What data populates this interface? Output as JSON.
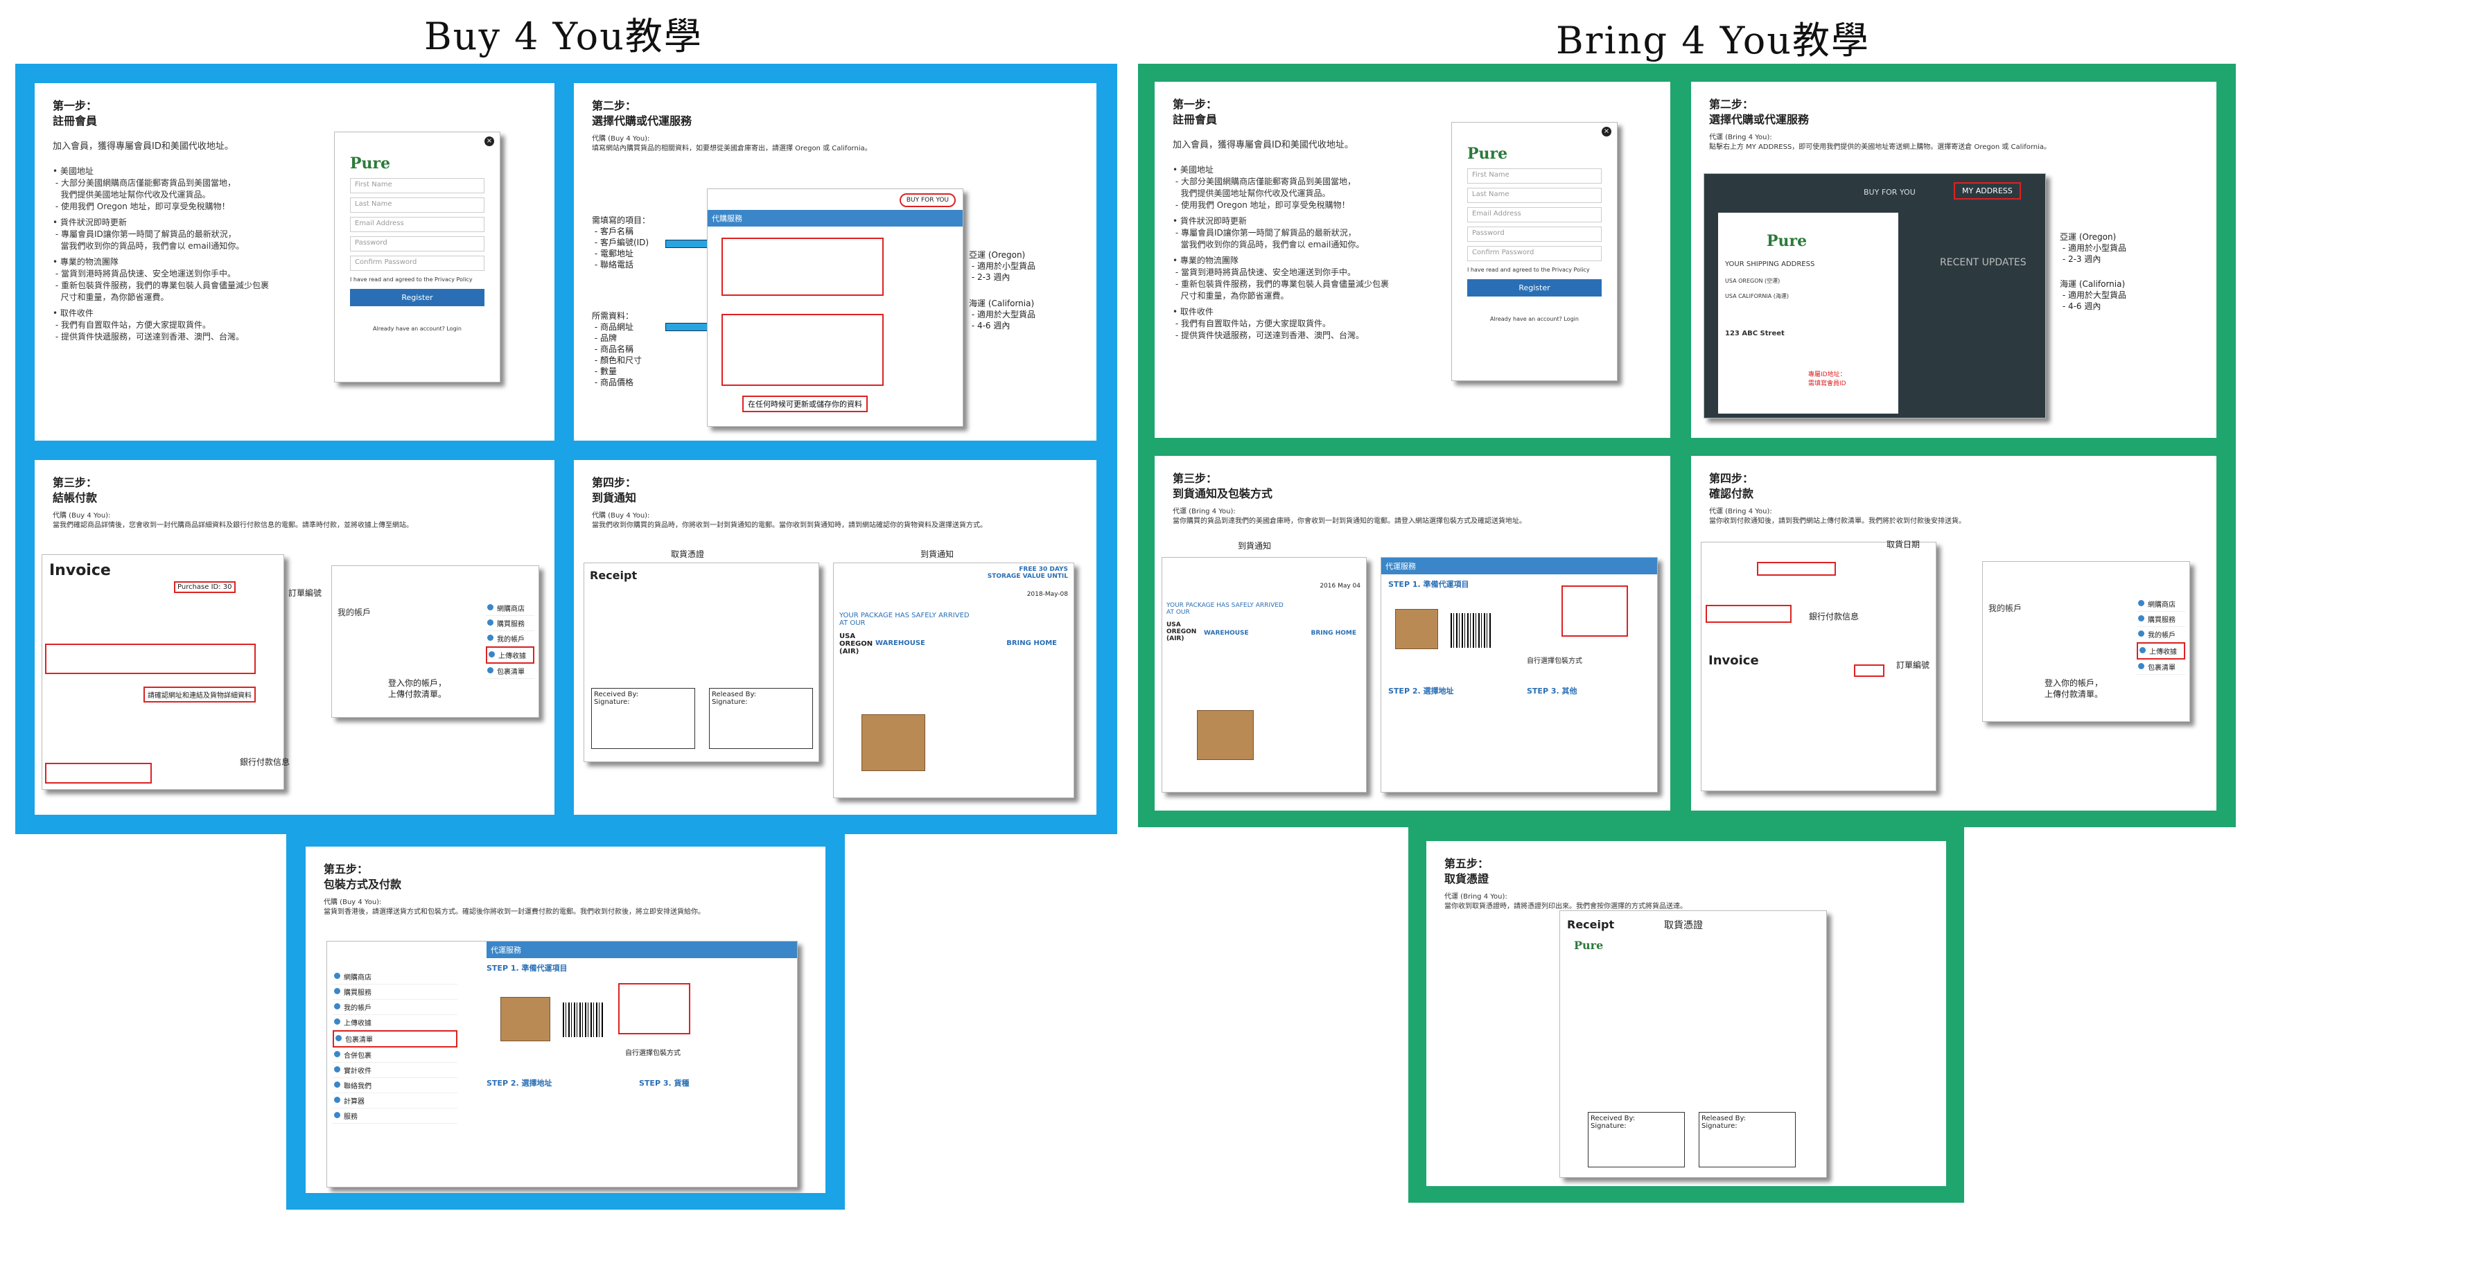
{
  "titles": {
    "left": "Buy 4 You教學",
    "right": "Bring 4 You教學"
  },
  "colors": {
    "buy_frame": "#1aa3e6",
    "bring_frame": "#1fa56e",
    "accent": "#2a6fb5",
    "highlight": "#d22222"
  },
  "form": {
    "logo": "Pure",
    "first": "First Name",
    "last": "Last Name",
    "email": "Email Address",
    "password": "Password",
    "confirm": "Confirm Password",
    "agree": "I have read and agreed to the Privacy Policy",
    "register": "Register",
    "have_account": "Already have an account? Login"
  },
  "buy": {
    "s1": {
      "title": "第一步：\n註冊會員",
      "intro": "加入會員，獲得專屬會員ID和美國代收地址。",
      "bullets": [
        "• 美國地址\n - 大部分美國網購商店僅能郵寄貨品到美國當地，\n   我們提供美國地址幫你代收及代運貨品。\n - 使用我們 Oregon 地址，即可享受免稅購物！",
        "• 貨件狀況即時更新\n - 專屬會員ID讓你第一時間了解貨品的最新狀況，\n   當我們收到你的貨品時，我們會以 email通知你。",
        "• 專業的物流團隊\n - 當貨到港時將貨品快速、安全地運送到你手中。\n - 重新包裝貨件服務，我們的專業包裝人員會儘量減少包裹\n   尺寸和重量，為你節省運費。",
        "• 取件收件\n - 我們有自置取件站，方便大家提取貨件。\n - 提供貨件快遞服務，可送達到香港、澳門、台灣。"
      ]
    },
    "s2": {
      "title": "第二步：\n選擇代購或代運服務",
      "body": "代購 (Buy 4 You):\n填寫網站內購買貨品的相關資料，如要想從美國倉庫寄出，請選擇 Oregon 或 California。",
      "lab1": "需填寫的項目：\n - 客戶名稱\n - 客戶編號(ID)\n - 電郵地址\n - 聯絡電話",
      "lab2": "所需資料：\n - 商品網址\n - 品牌\n - 商品名稱\n - 顏色和尺寸\n - 數量\n - 商品價格",
      "hdr": "代購服務",
      "btn": "BUY FOR YOU",
      "note": "在任何時候可更新或儲存你的資料",
      "oregon": "亞運 (Oregon)\n - 適用於小型貨品\n - 2-3 週內",
      "cali": "海運 (California)\n - 適用於大型貨品\n - 4-6 週內"
    },
    "s3": {
      "title": "第三步：\n結帳付款",
      "body": "代購 (Buy 4 You):\n當我們確認商品詳情後，您會收到一封代購商品詳細資料及銀行付款信息的電郵。請準時付款，並將收據上傳至網站。",
      "inv": "Invoice",
      "po": "Purchase ID: 30",
      "lab_po": "訂單編號",
      "lab_link": "請確認網址和連結及貨物詳細資料",
      "lab_bank": "銀行付款信息",
      "acct": "我的帳戶",
      "upload_note": "登入你的帳戶，\n上傳付款清單。"
    },
    "s4": {
      "title": "第四步：\n到貨通知",
      "body": "代購 (Buy 4 You):\n當我們收到你購買的貨品時，你將收到一封到貨通知的電郵。當你收到到貨通知時，請到網站確認你的貨物資料及選擇送貨方式。",
      "lab_receipt": "取貨憑證",
      "lab_arrive": "到貨通知",
      "receipt": "Receipt",
      "free": "FREE 30 DAYS\nSTORAGE VALUE UNTIL",
      "date": "2018-May-08",
      "bring": "BRING HOME",
      "arr": "YOUR PACKAGE HAS SAFELY ARRIVED AT OUR",
      "wh": "USA\nOREGON\n(AIR)",
      "whs": "WAREHOUSE",
      "recv": "Received By:\nSignature:",
      "rel": "Released By:\nSignature:"
    },
    "s5": {
      "title": "第五步：\n包裝方式及付款",
      "body": "代購 (Buy 4 You):\n當貨到香港後，請選擇送貨方式和包裝方式。確認後你將收到一封運費付款的電郵。我們收到付款後，將立即安排送貨給你。",
      "hdr": "代運服務",
      "step1": "STEP 1. 準備代運項目",
      "step2": "STEP 2. 選擇地址",
      "step3": "STEP 3. 貨種",
      "pick": "自行選擇包裝方式",
      "menu": [
        "網購商店",
        "購買服務",
        "我的帳戶",
        "上傳收據",
        "包裹清單",
        "合併包裹",
        "實計收件",
        "聯絡我們",
        "計算器",
        "服務"
      ]
    }
  },
  "bring": {
    "s1": {
      "title": "第一步：\n註冊會員",
      "intro": "加入會員，獲得專屬會員ID和美國代收地址。",
      "bullets": [
        "• 美國地址\n - 大部分美國網購商店僅能郵寄貨品到美國當地，\n   我們提供美國地址幫你代收及代運貨品。\n - 使用我們 Oregon 地址，即可享受免稅購物！",
        "• 貨件狀況即時更新\n - 專屬會員ID讓你第一時間了解貨品的最新狀況，\n   當我們收到你的貨品時，我們會以 email通知你。",
        "• 專業的物流團隊\n - 當貨到港時將貨品快速、安全地運送到你手中。\n - 重新包裝貨件服務，我們的專業包裝人員會儘量減少包裹\n   尺寸和重量，為你節省運費。",
        "• 取件收件\n - 我們有自置取件站，方便大家提取貨件。\n - 提供貨件快遞服務，可送達到香港、澳門、台灣。"
      ]
    },
    "s2": {
      "title": "第二步：\n選擇代購或代運服務",
      "body": "代運 (Bring 4 You):\n點擊右上方 MY ADDRESS，即可使用我們提供的美國地址寄送網上購物。選擇寄送倉 Oregon 或 California。",
      "addr": "MY ADDRESS",
      "buy": "BUY FOR YOU",
      "recent": "RECENT UPDATES",
      "ship": "YOUR SHIPPING ADDRESS",
      "or": "USA OREGON (空運)",
      "ca": "USA CALIFORNIA (海運)",
      "street": "123 ABC Street",
      "id_note": "專屬ID地址：\n需填寫會員ID",
      "oregon": "亞運 (Oregon)\n - 適用於小型貨品\n - 2-3 週內",
      "cali": "海運 (California)\n - 適用於大型貨品\n - 4-6 週內"
    },
    "s3": {
      "title": "第三步：\n到貨通知及包裝方式",
      "body": "代運 (Bring 4 You):\n當你購買的貨品到達我們的美國倉庫時，你會收到一封到貨通知的電郵。請登入網站選擇包裝方式及確認送貨地址。",
      "lab": "到貨通知",
      "hdr": "代運服務",
      "step1": "STEP 1. 準備代運項目",
      "step2": "STEP 2. 選擇地址",
      "step3": "STEP 3. 其他",
      "pick": "自行選擇包裝方式",
      "arr": "YOUR PACKAGE HAS SAFELY ARRIVED AT OUR",
      "wh": "USA\nOREGON\n(AIR)",
      "whs": "WAREHOUSE",
      "bring": "BRING HOME",
      "date": "2016 May 04"
    },
    "s4": {
      "title": "第四步：\n確認付款",
      "body": "代運 (Bring 4 You):\n當你收到付款通知後，請到我們網站上傳付款清單。我們將於收到付款後安排送貨。",
      "lab_id": "取貨日期",
      "lab_no": "訂單編號",
      "lab_bank": "銀行付款信息",
      "inv": "Invoice",
      "acct": "我的帳戶",
      "upload_note": "登入你的帳戶，\n上傳付款清單。"
    },
    "s5": {
      "title": "第五步：\n取貨憑證",
      "body": "代運 (Bring 4 You):\n當你收到取貨憑證時，請將憑證列印出來。我們會按你選擇的方式將貨品送達。",
      "lab": "取貨憑證",
      "receipt": "Receipt",
      "recv": "Received By:\nSignature:",
      "rel": "Released By:\nSignature:"
    }
  }
}
